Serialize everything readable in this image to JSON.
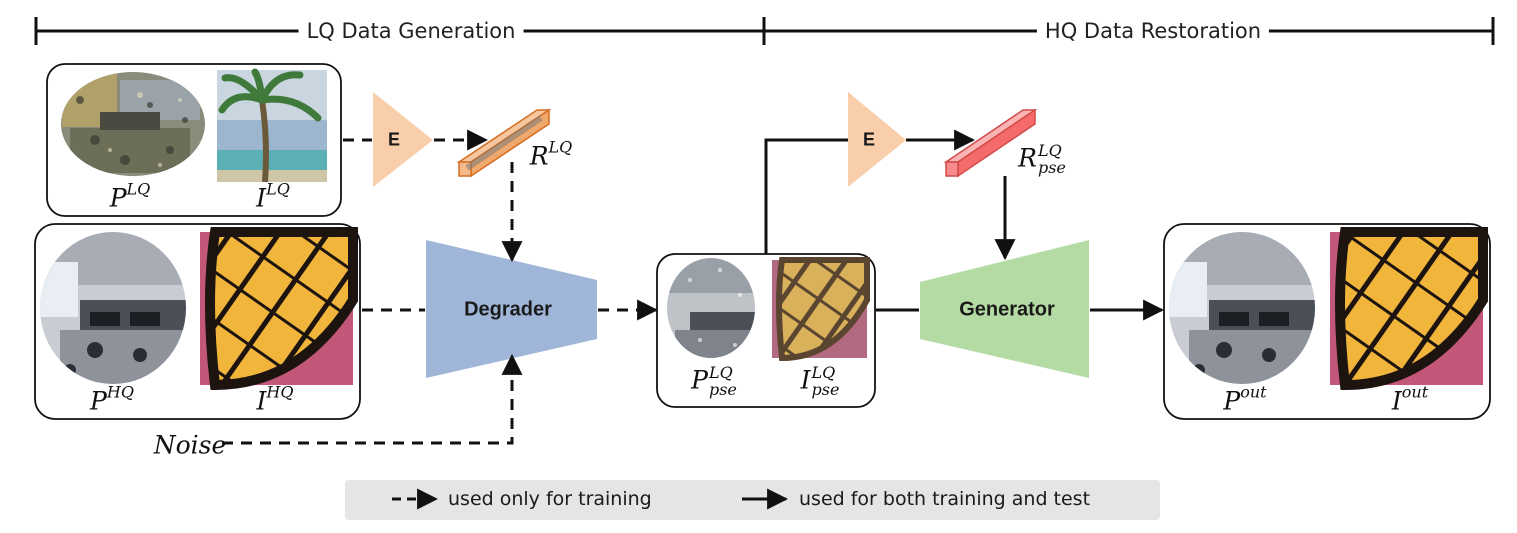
{
  "sections": {
    "left_title": "LQ Data Generation",
    "right_title": "HQ Data Restoration"
  },
  "blocks": {
    "encoder_1": "E",
    "encoder_2": "E",
    "degrader": "Degrader",
    "generator": "Generator"
  },
  "labels": {
    "r_lq": {
      "base": "R",
      "sup": "LQ"
    },
    "r_pse_lq": {
      "base": "R",
      "sup": "LQ",
      "sub": "pse"
    },
    "p_lq": {
      "base": "P",
      "sup": "LQ"
    },
    "i_lq": {
      "base": "I",
      "sup": "LQ"
    },
    "p_hq": {
      "base": "P",
      "sup": "HQ"
    },
    "i_hq": {
      "base": "I",
      "sup": "HQ"
    },
    "p_pse_lq": {
      "base": "P",
      "sup": "LQ",
      "sub": "pse"
    },
    "i_pse_lq": {
      "base": "I",
      "sup": "LQ",
      "sub": "pse"
    },
    "p_out": {
      "base": "P",
      "sup": "out"
    },
    "i_out": {
      "base": "I",
      "sup": "out"
    },
    "noise": "Noise"
  },
  "legend": {
    "dashed": "used only for training",
    "solid": "used for both  training and test"
  },
  "colors": {
    "encoder": "#f8cfaa",
    "degrader": "#9fb6d9",
    "generator": "#b5dba4",
    "feature_lq": "#f0a86c",
    "feature_pse": "#f56b6b",
    "legend_bg": "#e5e5e5"
  },
  "icons": {
    "point_cloud": "point-cloud-room-image",
    "palm": "palm-tree-photo",
    "butterfly": "butterfly-wing-photo"
  }
}
